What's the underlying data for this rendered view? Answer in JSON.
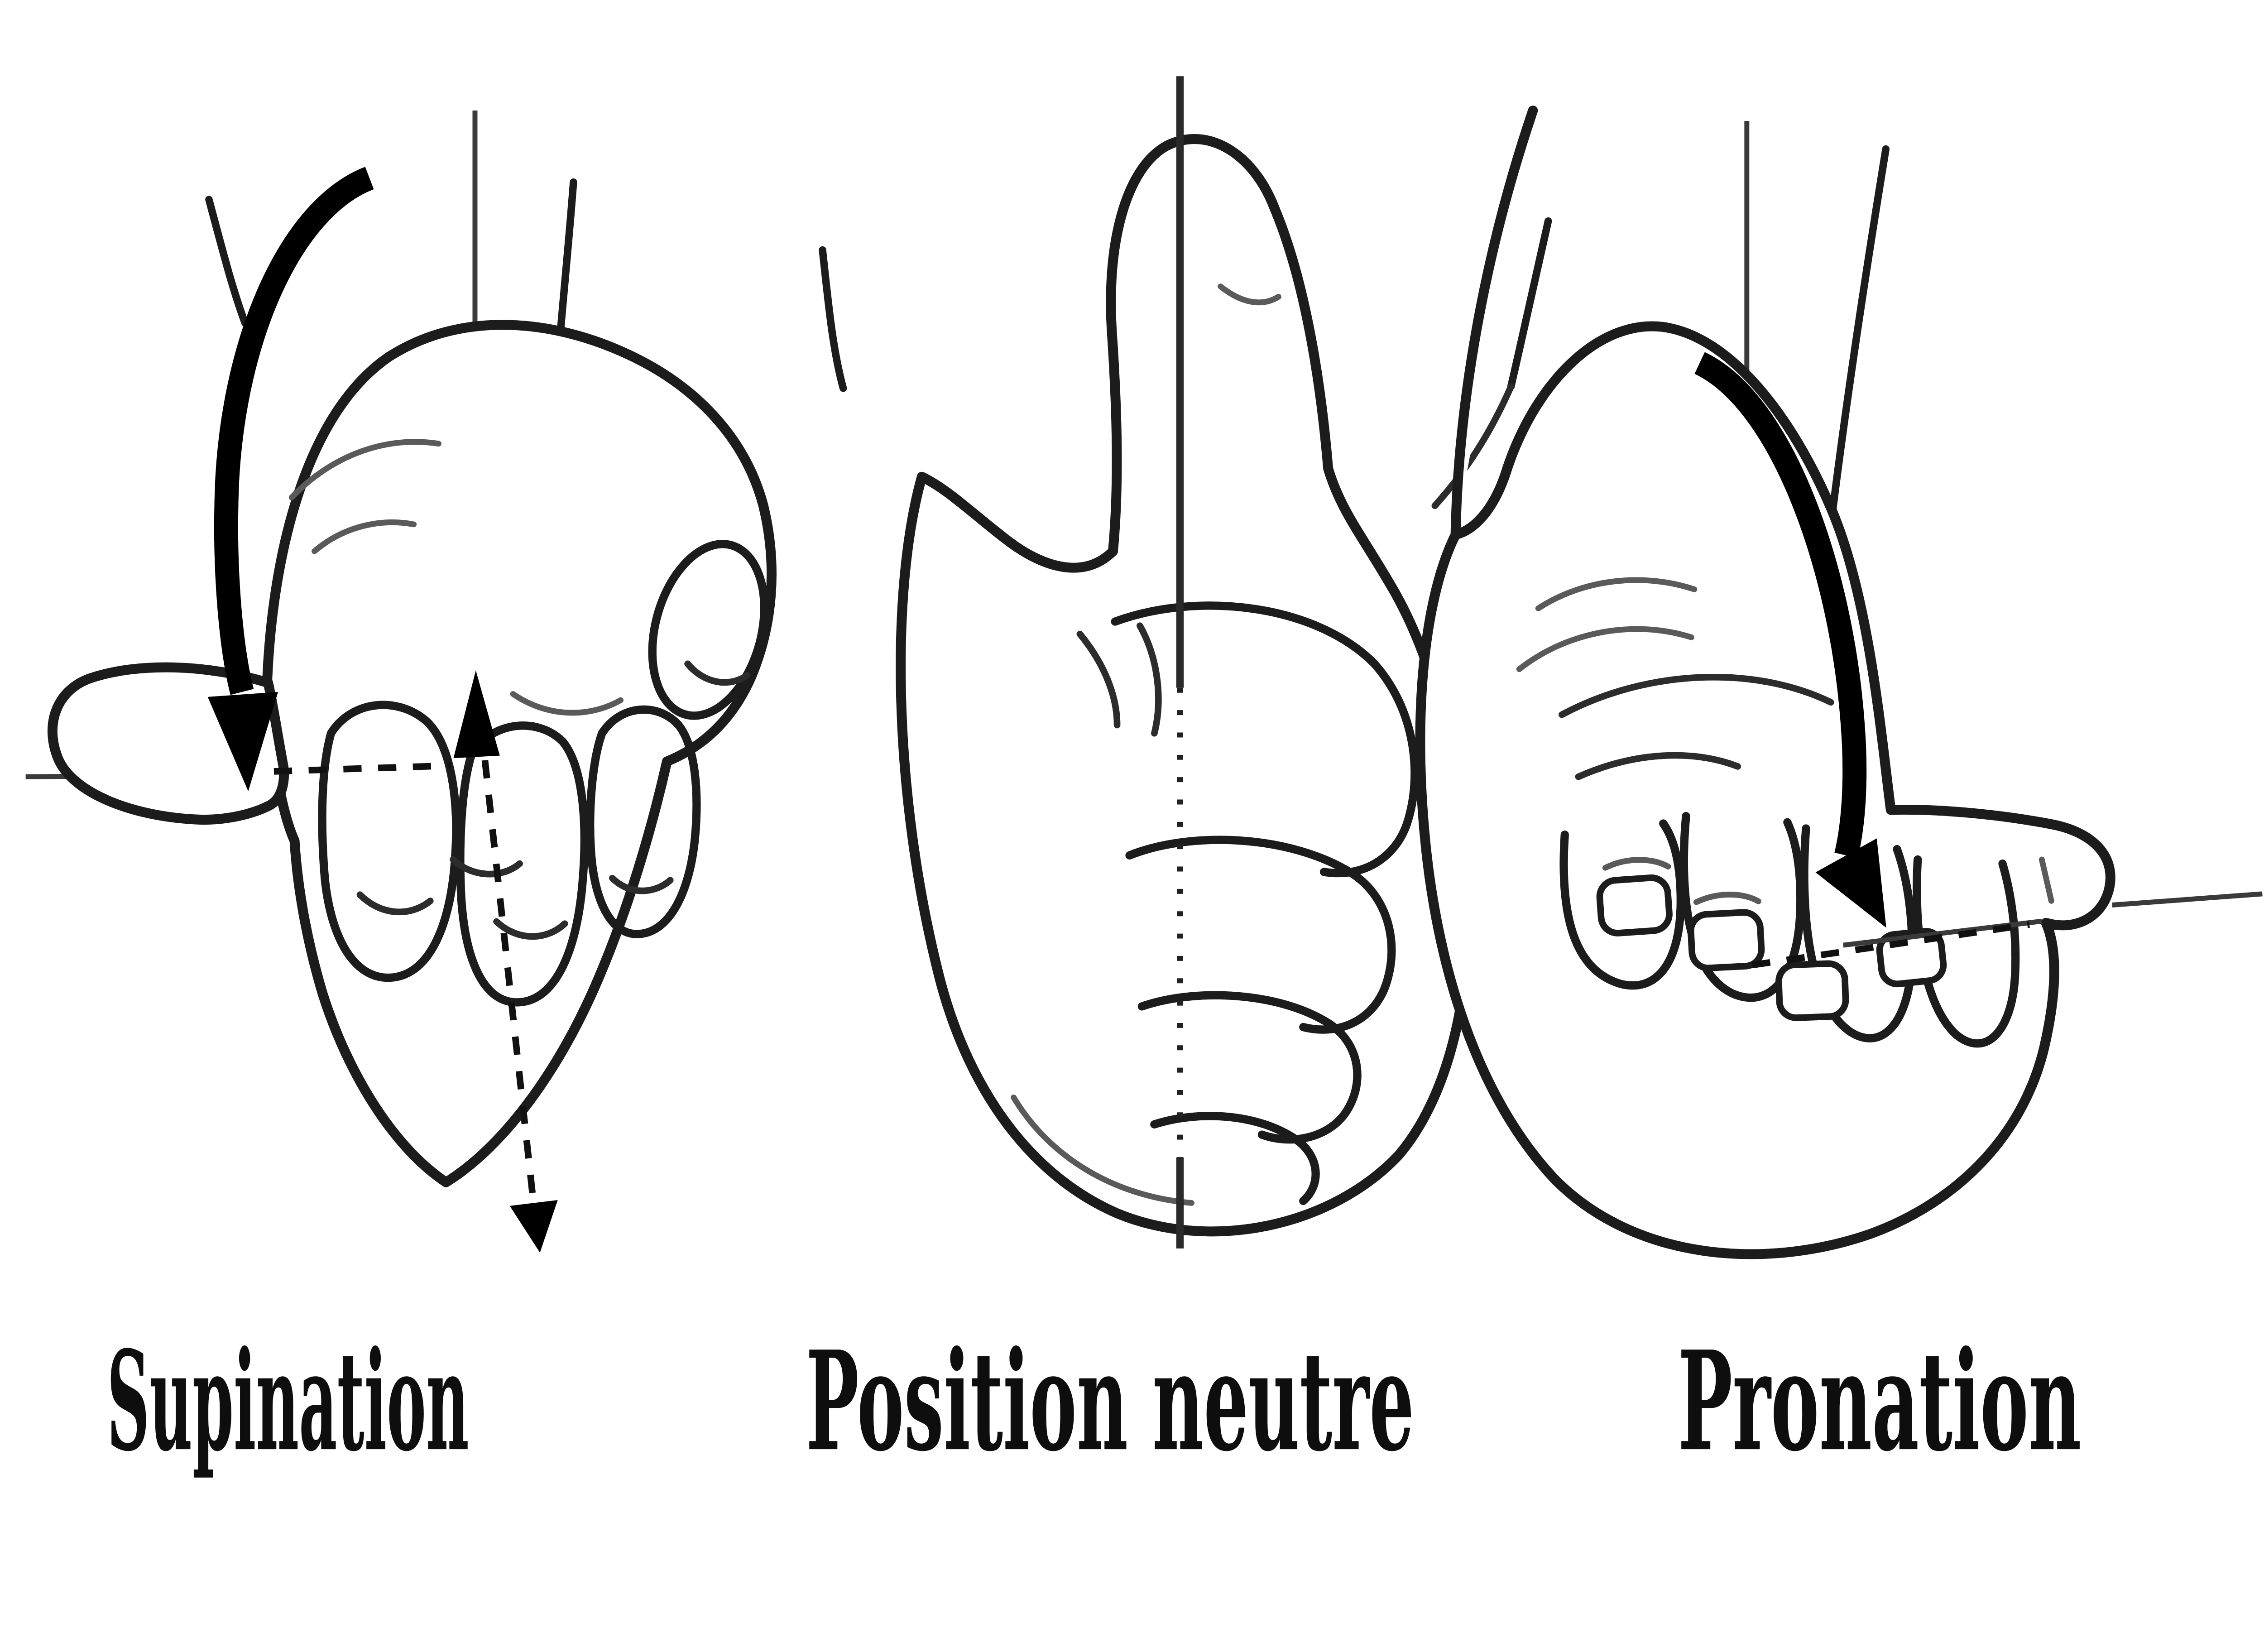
{
  "diagram": {
    "background_color": "#ffffff",
    "ink_color": "#1c1c1c",
    "arrow_color": "#000000",
    "panels": [
      {
        "id": "supination",
        "label": "Supination"
      },
      {
        "id": "neutral",
        "label": "Position neutre"
      },
      {
        "id": "pronation",
        "label": "Pronation"
      }
    ]
  }
}
